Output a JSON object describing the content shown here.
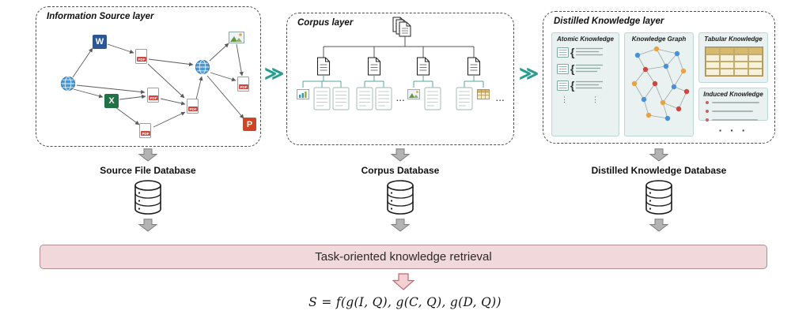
{
  "layers": {
    "source": {
      "title": "Information Source layer",
      "db_label": "Source File Database",
      "icons": {
        "word": "W",
        "excel": "X",
        "ppt": "P",
        "pdf": "PDF"
      }
    },
    "corpus": {
      "title": "Corpus layer",
      "db_label": "Corpus Database",
      "ellipsis": "..."
    },
    "distilled": {
      "title": "Distilled Knowledge layer",
      "db_label": "Distilled Knowledge Database",
      "panels": {
        "atomic": {
          "title": "Atomic Knowledge",
          "brace": "{",
          "dots": "⋮"
        },
        "graph": {
          "title": "Knowledge Graph"
        },
        "tabular": {
          "title": "Tabular Knowledge"
        },
        "induced": {
          "title": "Induced Knowledge"
        },
        "more": "· · ·"
      }
    }
  },
  "connectors": {
    "chevron": "≫"
  },
  "banner": {
    "label": "Task-oriented knowledge retrieval"
  },
  "formula": {
    "text": "S = f(g(I, Q), g(C, Q), g(D, Q))"
  },
  "colors": {
    "teal_accent": "#2a9d8f",
    "banner_bg": "#f1d8da",
    "banner_border": "#b08e92",
    "arrow_gray": "#b3b3b3",
    "panel_bg": "#e9f2f0"
  }
}
